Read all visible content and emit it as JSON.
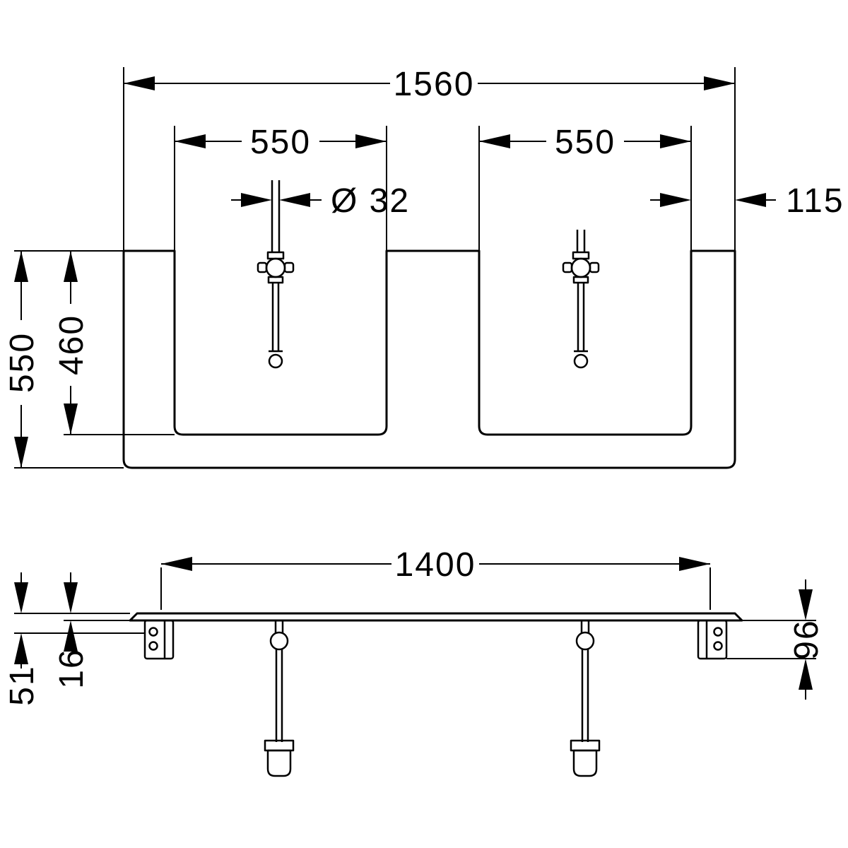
{
  "drawing": {
    "background": "#ffffff",
    "line_color": "#000000",
    "type": "installation-dimension-drawing",
    "top_view": {
      "description": "plan view of double washbasin console with two drain sets",
      "dimensions": {
        "overall_width": "1560",
        "left_cutout_width": "550",
        "right_cutout_width": "550",
        "drain_diameter": "Ø 32",
        "right_edge_offset": "115",
        "overall_depth": "550",
        "cutout_depth": "460"
      }
    },
    "bottom_view": {
      "description": "front view of console plate with wall brackets and bottle traps",
      "dimensions": {
        "bracket_spacing": "1400",
        "bracket_hole_offset": "51",
        "plate_thickness": "16",
        "bracket_drop": "96"
      }
    }
  }
}
